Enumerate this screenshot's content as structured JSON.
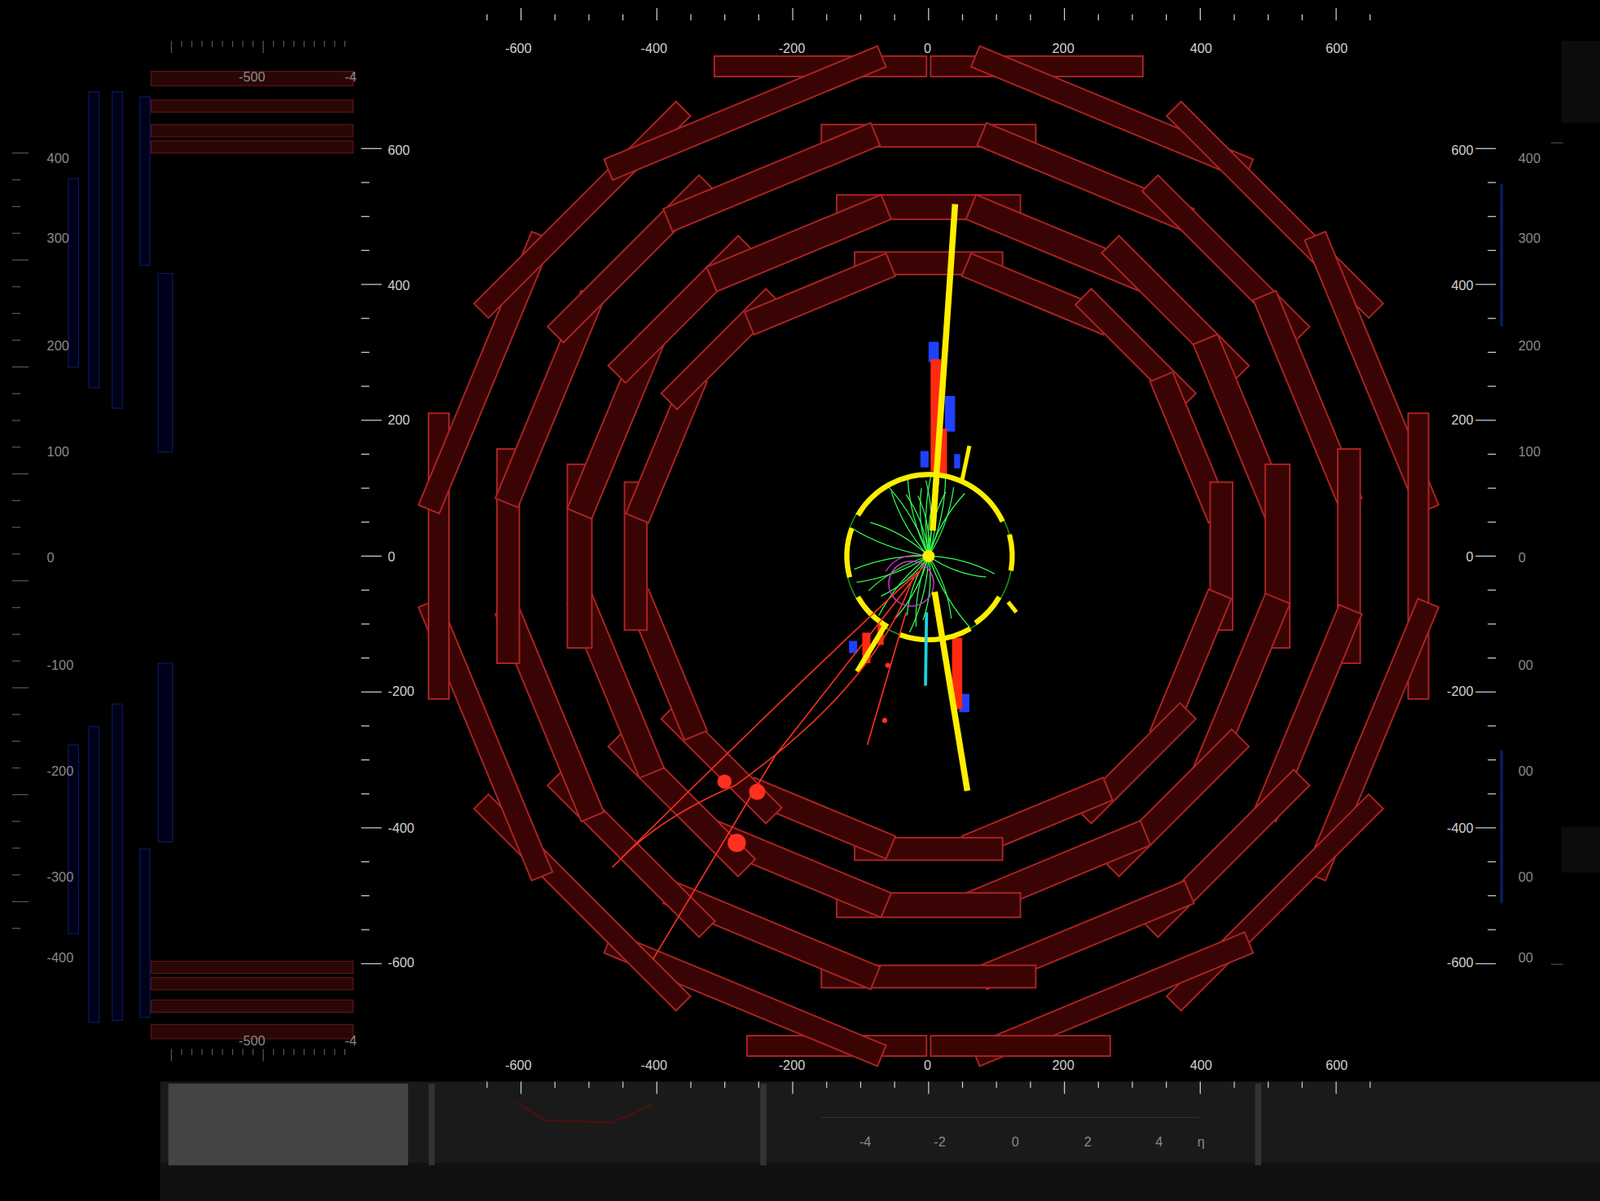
{
  "diagram": {
    "labels": [
      "-600",
      "-400",
      "-200",
      "0",
      "200",
      "400",
      "600",
      "-600",
      "-400",
      "-200",
      "0",
      "200",
      "400",
      "600",
      "600",
      "400",
      "200",
      "0",
      "-200",
      "-400",
      "-600",
      "600",
      "400",
      "200",
      "0",
      "-200",
      "-400",
      "-600",
      "400",
      "300",
      "200",
      "100",
      "0",
      "-100",
      "-200",
      "-300",
      "-400",
      "-500",
      "-4",
      "-500",
      "-4",
      "400",
      "300",
      "200",
      "100",
      "0",
      "00",
      "00",
      "00",
      "00",
      "-4",
      "-2",
      "0",
      "2",
      "4",
      "η"
    ]
  }
}
